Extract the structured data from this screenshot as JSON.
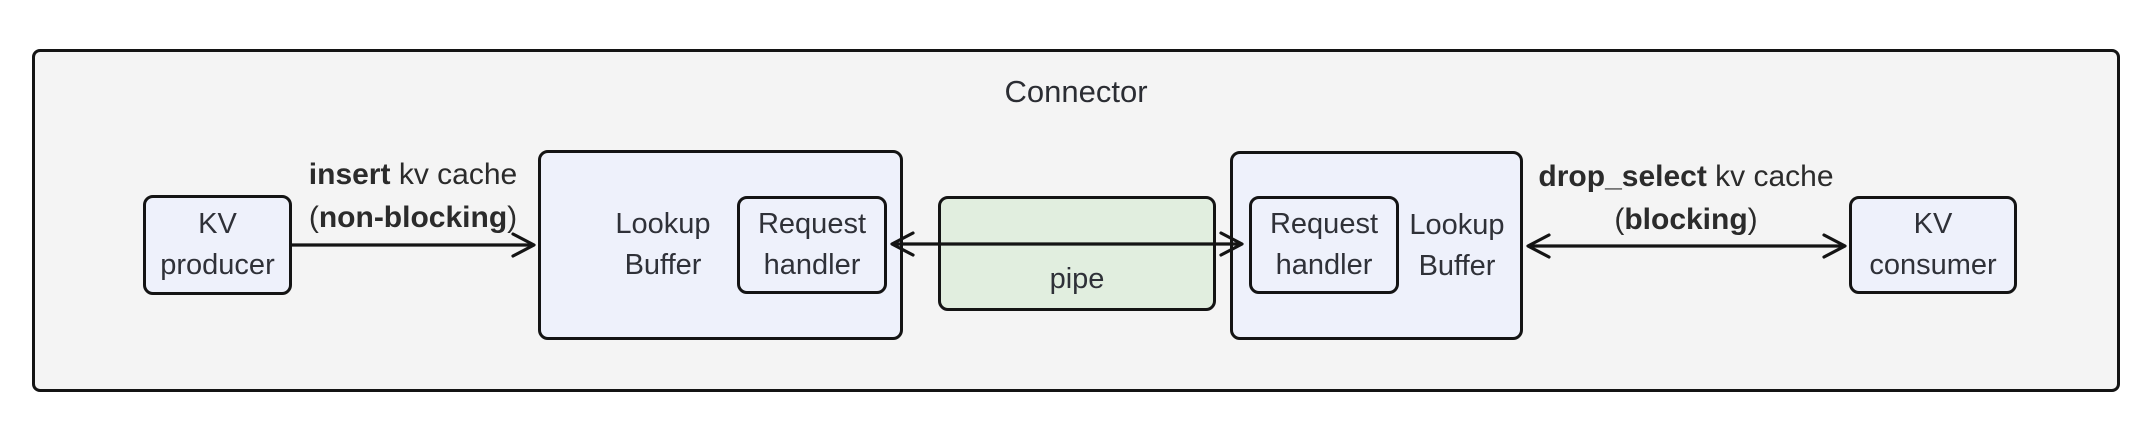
{
  "title": "Connector",
  "nodes": {
    "kv_producer": {
      "line1": "KV",
      "line2": "producer"
    },
    "lookup_buffer_left": {
      "line1": "Lookup",
      "line2": "Buffer"
    },
    "request_handler_left": {
      "line1": "Request",
      "line2": "handler"
    },
    "pipe": {
      "label": "pipe"
    },
    "request_handler_right": {
      "line1": "Request",
      "line2": "handler"
    },
    "lookup_buffer_right": {
      "line1": "Lookup",
      "line2": "Buffer"
    },
    "kv_consumer": {
      "line1": "KV",
      "line2": "consumer"
    }
  },
  "edges": {
    "insert": {
      "line1_bold": "insert",
      "line1_rest": " kv cache",
      "line2_open": "(",
      "line2_bold": "non-blocking",
      "line2_close": ")",
      "direction": "right"
    },
    "pipe_link": {
      "direction": "both"
    },
    "drop_select": {
      "line1_bold": "drop_select",
      "line1_rest": " kv cache",
      "line2_open": "(",
      "line2_bold": "blocking",
      "line2_close": ")",
      "direction": "both"
    }
  },
  "colors": {
    "container_fill": "#f4f4f4",
    "node_fill": "#eef1fb",
    "pipe_fill": "#e1eedf",
    "border": "#141414",
    "text": "#2f3138"
  }
}
